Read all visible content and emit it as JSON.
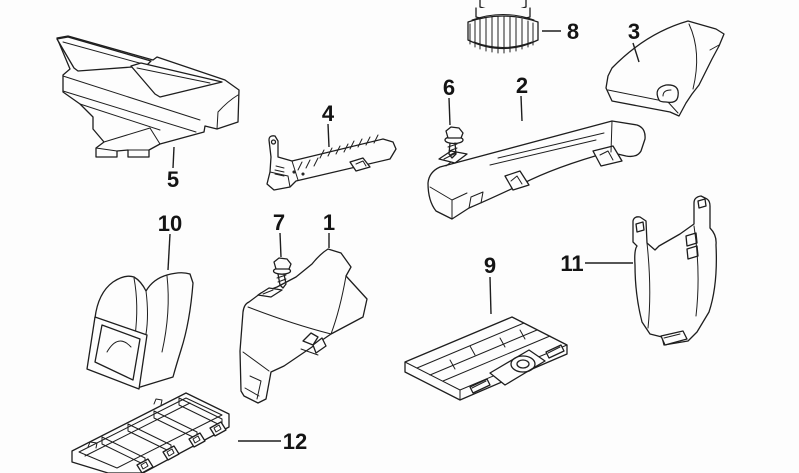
{
  "diagram": {
    "background": "#fdfdfd",
    "line_color": "#1e1e1e",
    "label_color": "#141414",
    "callouts": [
      {
        "label": "1"
      },
      {
        "label": "2"
      },
      {
        "label": "3"
      },
      {
        "label": "4"
      },
      {
        "label": "5"
      },
      {
        "label": "6"
      },
      {
        "label": "7"
      },
      {
        "label": "8"
      },
      {
        "label": "9"
      },
      {
        "label": "10"
      },
      {
        "label": "11"
      },
      {
        "label": "12"
      }
    ]
  }
}
